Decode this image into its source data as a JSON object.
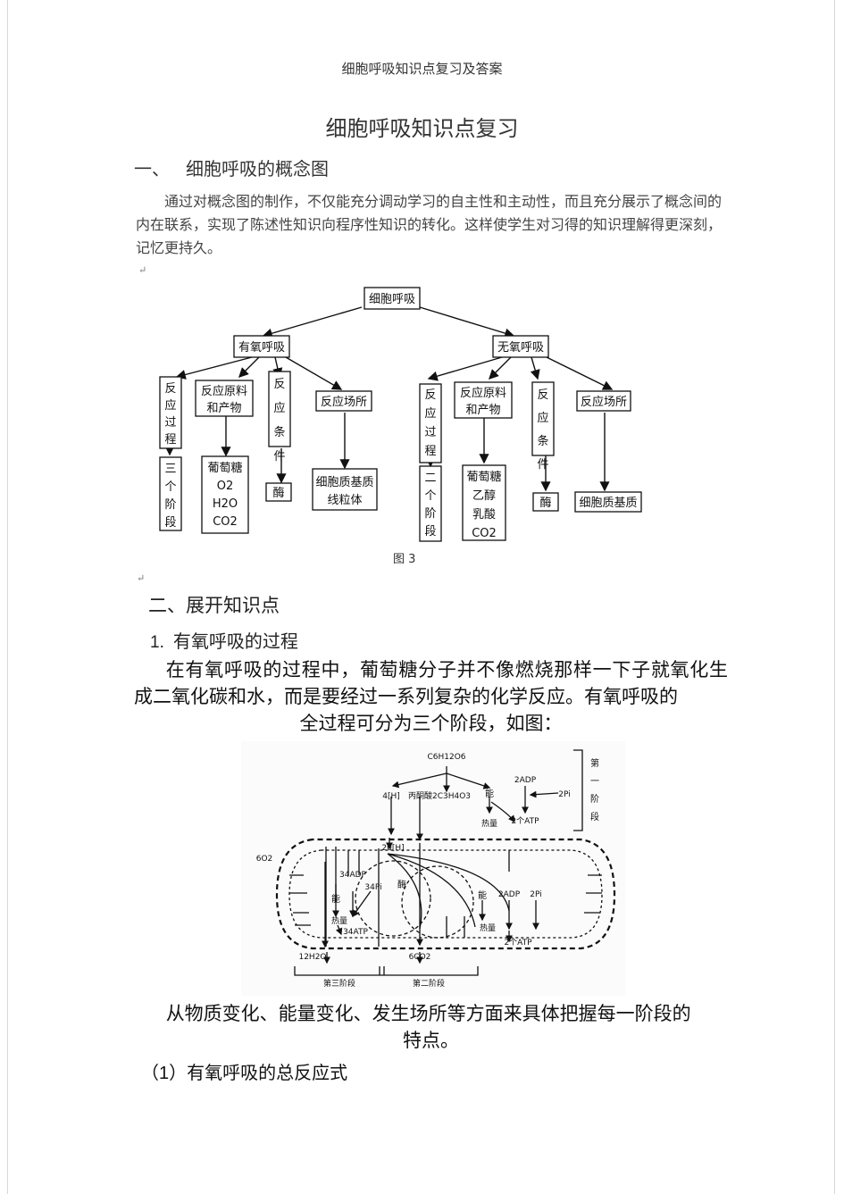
{
  "header": "细胞呼吸知识点复习及答案",
  "title": "细胞呼吸知识点复习",
  "section1": {
    "num": "一、",
    "heading": "细胞呼吸的概念图"
  },
  "intro": "通过对概念图的制作，不仅能充分调动学习的自主性和主动性，而且充分展示了概念间的内在联系，实现了陈述性知识向程序性知识的转化。这样使学生对习得的知识理解得更深刻，记忆更持久。",
  "concept_map": {
    "root": "细胞呼吸",
    "aerobic": {
      "label": "有氧呼吸",
      "branches": [
        "反应过程",
        "反应原料和产物",
        "反应条件",
        "反应场所"
      ],
      "leaves": [
        "三个阶段",
        [
          "葡萄糖",
          "O2",
          "H2O",
          "CO2"
        ],
        "酶",
        [
          "细胞质基质",
          "线粒体"
        ]
      ]
    },
    "anaerobic": {
      "label": "无氧呼吸",
      "branches": [
        "反应过程",
        "反应原料和产物",
        "反应条件",
        "反应场所"
      ],
      "leaves": [
        "二个阶段",
        [
          "葡萄糖",
          "乙醇",
          "乳酸",
          "CO2"
        ],
        "酶",
        [
          "细胞质基质"
        ]
      ]
    },
    "caption": "图 3"
  },
  "section2": {
    "heading": "二、展开知识点"
  },
  "sub1": {
    "num": "1.",
    "heading": "有氧呼吸的过程"
  },
  "para1": {
    "main": "在有氧呼吸的过程中，葡萄糖分子并不像燃烧那样一下子就氧化生成二氧化碳和水，而是要经过一系列复杂的化学反应。有氧呼吸的",
    "last": "全过程可分为三个阶段，如图："
  },
  "diagram": {
    "glucose": "C6H12O6",
    "h4": "4[H]",
    "pyruvate": "丙酮酸2C3H4O3",
    "energy": "能",
    "heat": "热量",
    "adp2": "2ADP",
    "pi2": "2Pi",
    "atp2": "2个ATP",
    "stage1": "第一阶段",
    "o2": "6O2",
    "h20": "20[H]",
    "enzyme": "酶",
    "adp34": "34ADP",
    "pi34": "34Pi",
    "atp34": "34ATP",
    "h2o": "12H2O",
    "co2": "6CO2",
    "stage3": "第三阶段",
    "stage2": "第二阶段"
  },
  "para2": {
    "main": "从物质变化、能量变化、发生场所等方面来具体把握每一阶段的",
    "last": "特点。"
  },
  "sub2": {
    "num": "（1）",
    "heading": "有氧呼吸的总反应式"
  }
}
